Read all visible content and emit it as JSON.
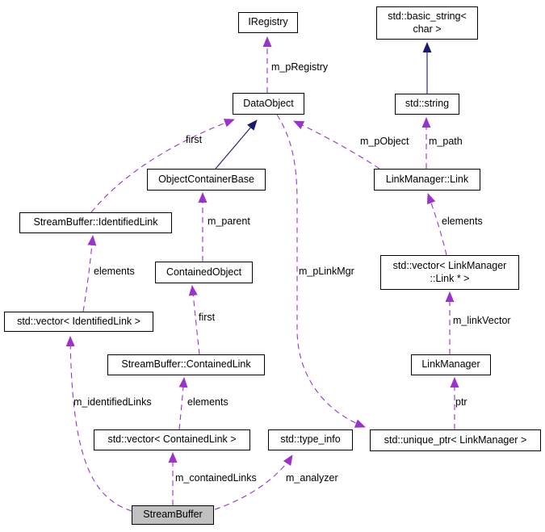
{
  "colors": {
    "usage_edge": "#9a32cd",
    "inheritance_edge": "#191970",
    "node_border": "#000000",
    "node_fill": "#ffffff",
    "subject_node_fill": "#c0c0c0",
    "text": "#000000"
  },
  "diagram": {
    "nodes": {
      "iregistry": {
        "label": "IRegistry"
      },
      "basic_string": {
        "line1": "std::basic_string<",
        "line2": "char >"
      },
      "dataobject": {
        "label": "DataObject"
      },
      "std_string": {
        "label": "std::string"
      },
      "objectcontainerbase": {
        "label": "ObjectContainerBase"
      },
      "linkmanager_link": {
        "label": "LinkManager::Link"
      },
      "identifiedlink": {
        "label": "StreamBuffer::IdentifiedLink"
      },
      "containedobject": {
        "label": "ContainedObject"
      },
      "vector_linkptr": {
        "line1": "std::vector< LinkManager",
        "line2": "::Link * >"
      },
      "vector_identifiedlink": {
        "label": "std::vector< IdentifiedLink >"
      },
      "containedlink": {
        "label": "StreamBuffer::ContainedLink"
      },
      "linkmanager": {
        "label": "LinkManager"
      },
      "vector_containedlink": {
        "label": "std::vector< ContainedLink >"
      },
      "type_info": {
        "label": "std::type_info"
      },
      "unique_ptr": {
        "label": "std::unique_ptr< LinkManager >"
      },
      "streambuffer": {
        "label": "StreamBuffer"
      }
    },
    "edge_labels": {
      "m_pRegistry": "m_pRegistry",
      "first_upper": "first",
      "m_pObject": "m_pObject",
      "m_path": "m_path",
      "m_parent": "m_parent",
      "elements_link": "elements",
      "elements_identified": "elements",
      "m_pLinkMgr": "m_pLinkMgr",
      "first_lower": "first",
      "m_linkVector": "m_linkVector",
      "m_identifiedLinks": "m_identifiedLinks",
      "elements_contained": "elements",
      "ptr": "ptr",
      "m_containedLinks": "m_containedLinks",
      "m_analyzer": "m_analyzer"
    }
  }
}
